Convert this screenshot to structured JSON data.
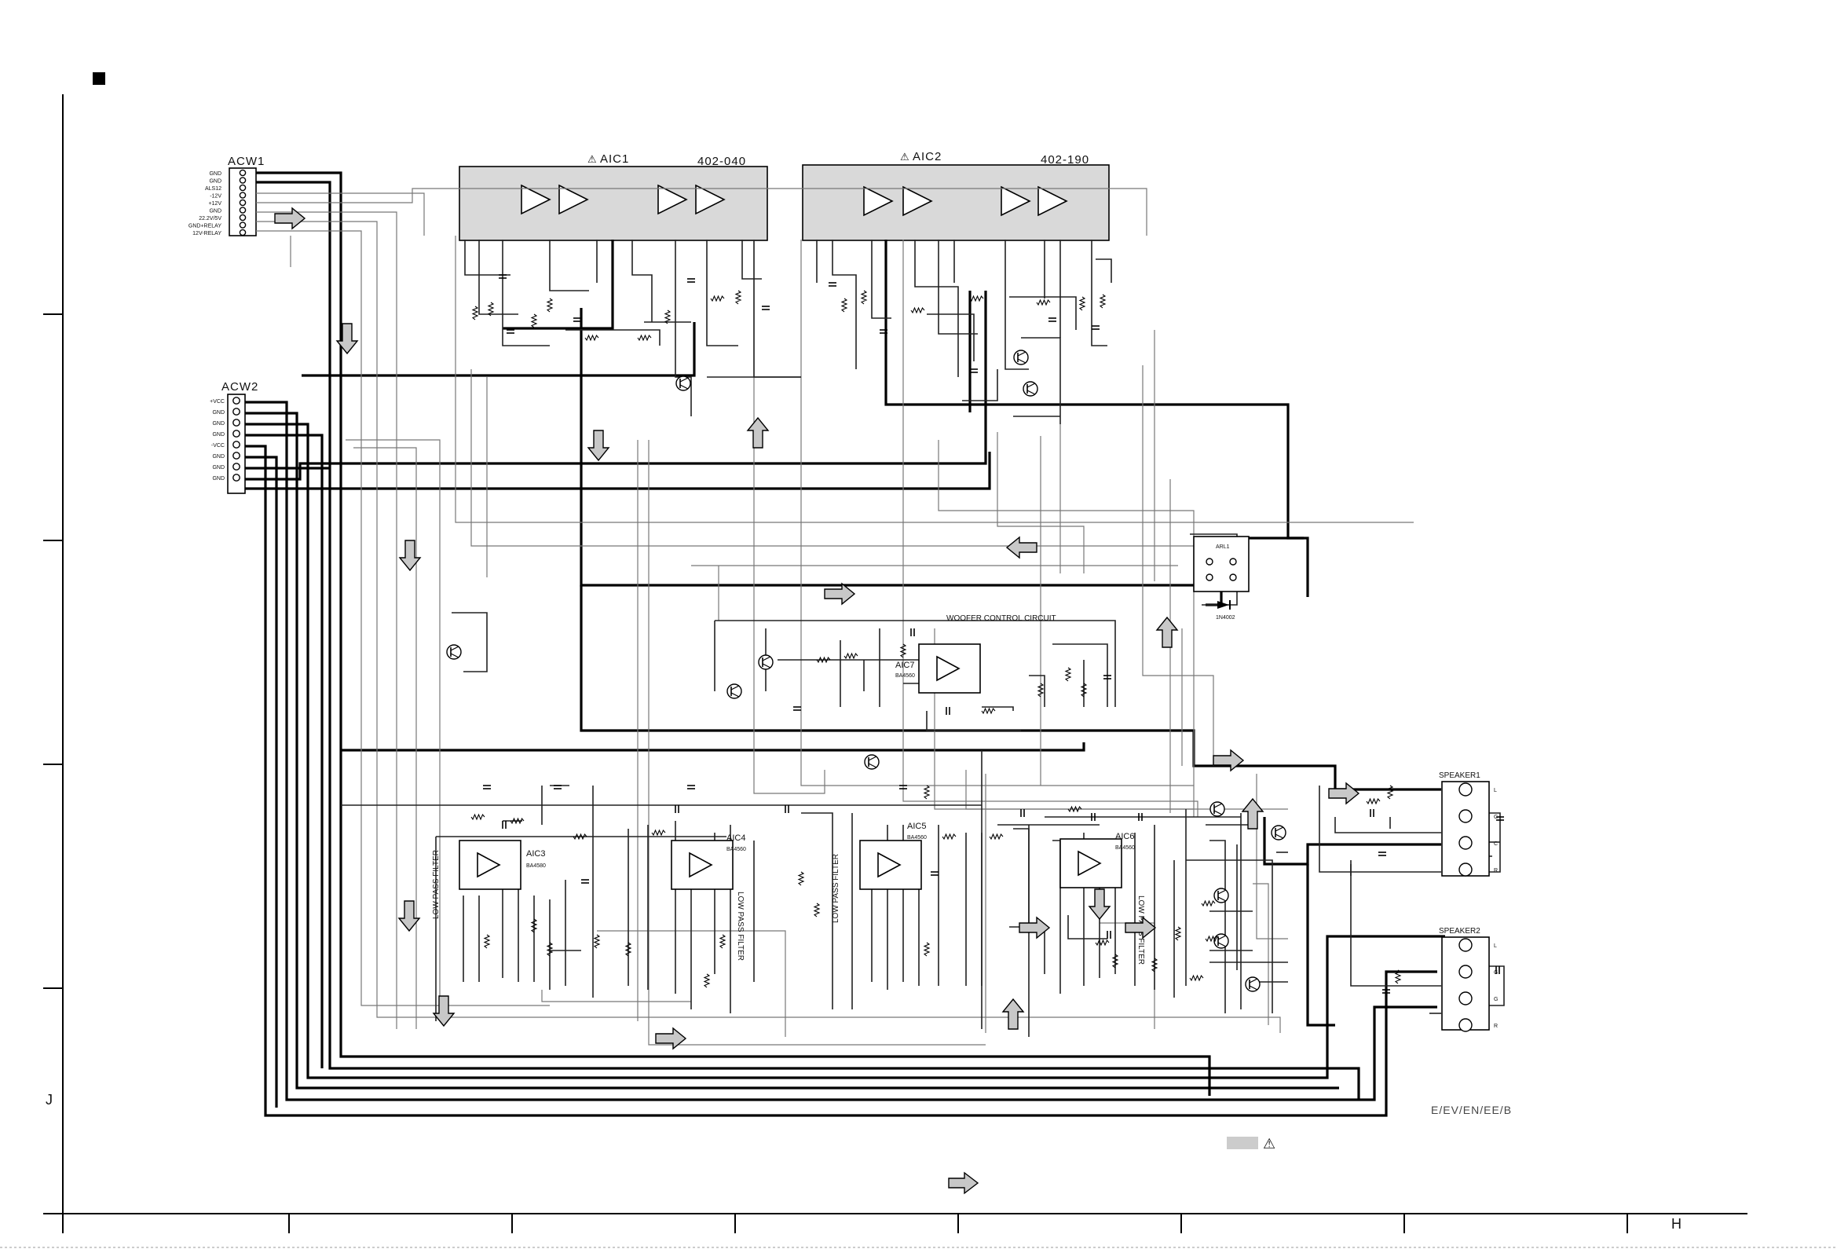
{
  "labels": {
    "acw1": "ACW1",
    "acw2": "ACW2",
    "aic1": "AIC1",
    "aic1_code": "402-040",
    "aic2": "AIC2",
    "aic2_code": "402-190",
    "aic3": "AIC3",
    "aic4": "AIC4",
    "aic5": "AIC5",
    "aic6": "AIC6",
    "aic7": "AIC7",
    "woofer": "WOOFER CONTROL CIRCUIT",
    "lpf": "LOW PASS FILTER",
    "speaker1": "SPEAKER1",
    "speaker2": "SPEAKER2",
    "region": "E/EV/EN/EE/B",
    "left_mark": "J",
    "right_mark": "H",
    "arl": "ARL1",
    "diode": "1N4002",
    "ba4560": "BA4560",
    "ba4580": "BA4580"
  },
  "acw1_pins": [
    "GND",
    "GND",
    "ALS12",
    "-12V",
    "+12V",
    "GND",
    "22.2V/5V",
    "GND+RELAY",
    "12V-RELAY"
  ],
  "acw2_pins": [
    "+VCC",
    "GND",
    "GND",
    "GND",
    "-VCC",
    "GND",
    "GND",
    "GND"
  ],
  "speaker_pins": [
    "L",
    "G",
    "C",
    "R"
  ],
  "speaker2_pins": [
    "L",
    "G",
    "G",
    "R"
  ]
}
